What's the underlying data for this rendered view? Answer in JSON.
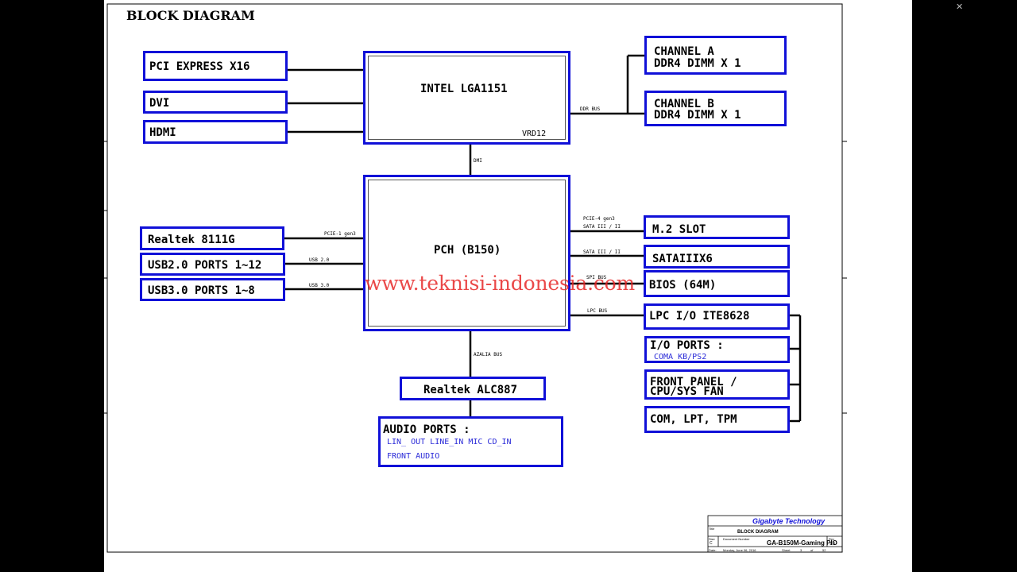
{
  "diagram": {
    "title": "BLOCK DIAGRAM",
    "blocks": {
      "pci_express": "PCI EXPRESS X16",
      "dvi": "DVI",
      "hdmi": "HDMI",
      "cpu": "INTEL LGA1151",
      "cpu_vrd": "VRD12",
      "channel_a_1": "CHANNEL A",
      "channel_a_2": "DDR4 DIMM X 1",
      "channel_b_1": "CHANNEL B",
      "channel_b_2": "DDR4 DIMM X 1",
      "pch": "PCH (B150)",
      "realtek_lan": "Realtek 8111G",
      "usb2": "USB2.0 PORTS 1~12",
      "usb3": "USB3.0 PORTS 1~8",
      "m2": "M.2 SLOT",
      "sata": "SATAIIIX6",
      "bios": "BIOS (64M)",
      "lpc_io": "LPC I/O ITE8628",
      "io_ports": "I/O PORTS :",
      "io_ports_sub": "COMA  KB/PS2",
      "front_panel_1": "FRONT PANEL /",
      "front_panel_2": "CPU/SYS FAN",
      "com_lpt": "COM, LPT, TPM",
      "realtek_audio": "Realtek ALC887",
      "audio_ports": "AUDIO PORTS :",
      "audio_sub_1": "LIN_ OUT   LINE_IN   MIC  CD_IN",
      "audio_sub_2": "FRONT AUDIO"
    },
    "buses": {
      "ddr": "DDR BUS",
      "dmi": "DMI",
      "pcie_lan": "PCIE-1 gen3",
      "usb2": "USB 2.0",
      "usb3": "USB 3.0",
      "pcie4": "PCIE-4 gen3",
      "sata_m2": "SATA III / II",
      "sata": "SATA III / II",
      "spi": "SPI BUS",
      "lpc": "LPC BUS",
      "azalia": "AZALIA BUS"
    },
    "watermark": "www.teknisi-indonesia.com",
    "title_block": {
      "company": "Gigabyte Technology",
      "title_label": "Title",
      "title_value": "BLOCK DIAGRAM",
      "size_label": "Size",
      "size_value": "C",
      "doc_label": "Document Number",
      "doc_value": "GA-B150M-Gaming PIO",
      "rev_label": "Rev",
      "rev_value": "1.0",
      "date_label": "Date:",
      "date_value": "Monday, June 06, 2016",
      "sheet_label": "Sheet",
      "sheet_value": "3",
      "of_label": "of",
      "of_value": "52"
    }
  },
  "colors": {
    "block_border": "#1010d8",
    "wire": "#000000",
    "watermark": "#e62828",
    "sub_text": "#2a2ad8",
    "company": "#1010d8"
  },
  "icons": {
    "close": "close-icon"
  }
}
